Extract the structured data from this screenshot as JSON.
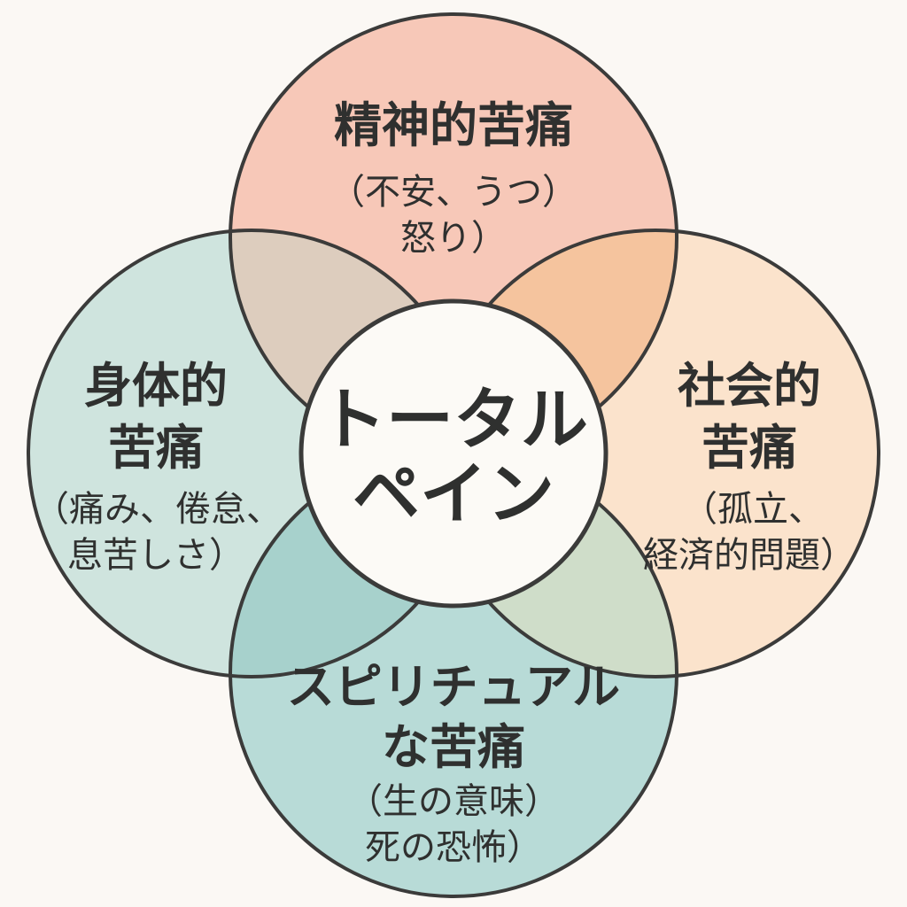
{
  "center": {
    "lines": [
      "トータル",
      "ペイン"
    ]
  },
  "circles": {
    "top": {
      "title_lines": [
        "精神的苦痛"
      ],
      "detail_lines": [
        "（不安、うつ）",
        "怒り）"
      ],
      "color": "#f7c8b8"
    },
    "left": {
      "title_lines": [
        "身体的",
        "苦痛"
      ],
      "detail_lines": [
        "（痛み、倦怠、",
        "息苦しさ）"
      ],
      "color": "#cfe4de"
    },
    "right": {
      "title_lines": [
        "社会的",
        "苦痛"
      ],
      "detail_lines": [
        "（孤立、",
        "経済的問題）"
      ],
      "color": "#fbe3cc"
    },
    "bottom": {
      "title_lines": [
        "スピリチュアル",
        "な苦痛"
      ],
      "detail_lines": [
        "（生の意味）",
        "死の恐怖）"
      ],
      "color": "#b8dbd7"
    }
  },
  "overlaps": {
    "top_left": "#ddcdbe",
    "top_right": "#f5c49e",
    "bottom_left": "#a7d1cc",
    "bottom_right": "#cfddc9"
  },
  "center_fill": "#fcfaf6",
  "outline_color": "#3b3b3a"
}
